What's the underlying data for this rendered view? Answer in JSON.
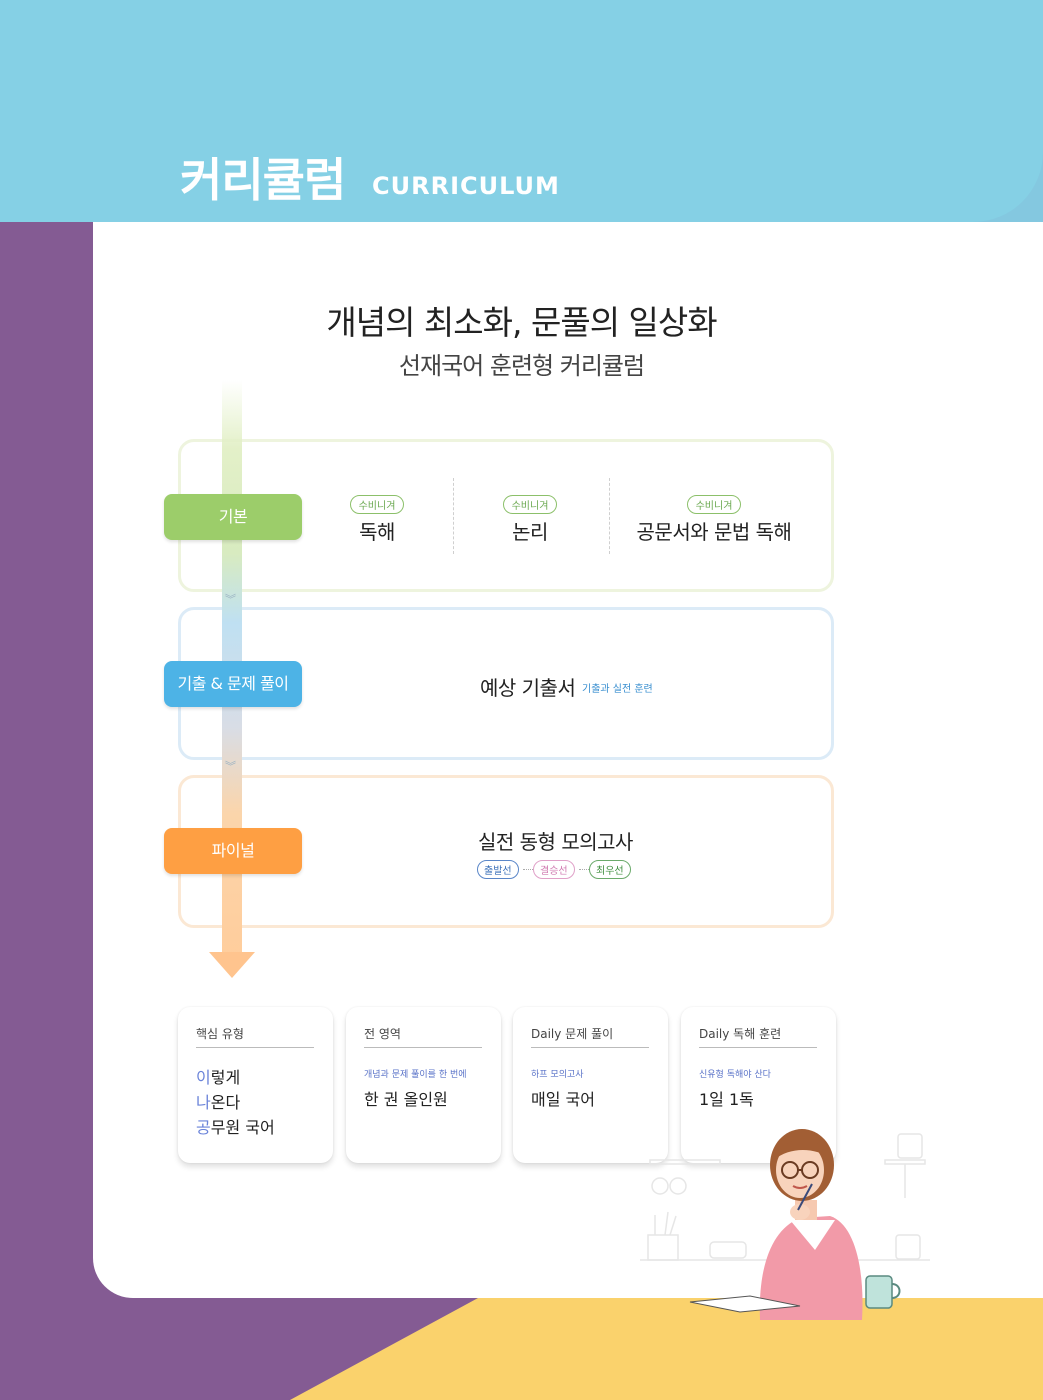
{
  "header": {
    "title": "커리큘럼",
    "subtitle": "CURRICULUM"
  },
  "main": {
    "title": "개념의 최소화, 문풀의 일상화",
    "subtitle": "선재국어 훈련형 커리큘럼"
  },
  "stages": [
    {
      "label": "기본",
      "items": [
        {
          "tag": "수비니겨",
          "label": "독해"
        },
        {
          "tag": "수비니겨",
          "label": "논리"
        },
        {
          "tag": "수비니겨",
          "label": "공문서와 문법 독해"
        }
      ]
    },
    {
      "label": "기출 & 문제 풀이",
      "item": {
        "label": "예상 기출서",
        "sub": "기출과 실전 훈련"
      }
    },
    {
      "label": "파이널",
      "item": {
        "label": "실전 동형 모의고사",
        "tiers": [
          "출발선",
          "결승선",
          "최우선"
        ]
      }
    }
  ],
  "cards": [
    {
      "head": "핵심 유형",
      "lines": [
        {
          "accent": "이",
          "rest": "렇게"
        },
        {
          "accent": "나",
          "rest": "온다"
        },
        {
          "accent": "공",
          "rest": "무원 국어"
        }
      ]
    },
    {
      "head": "전 영역",
      "small": "개념과 문제 풀이를 한 번에",
      "big": "한 권 올인원"
    },
    {
      "head": "Daily 문제 풀이",
      "small": "하프 모의고사",
      "big": "매일 국어"
    },
    {
      "head": "Daily 독해 훈련",
      "small": "신유형 독해야 산다",
      "big": "1일 1독"
    }
  ],
  "colors": {
    "header_bg": "#85d0e5",
    "purple": "#845b93",
    "yellow": "#fad26c",
    "green": "#9ccd6a",
    "blue": "#4db3e6",
    "orange": "#fe9f43"
  }
}
